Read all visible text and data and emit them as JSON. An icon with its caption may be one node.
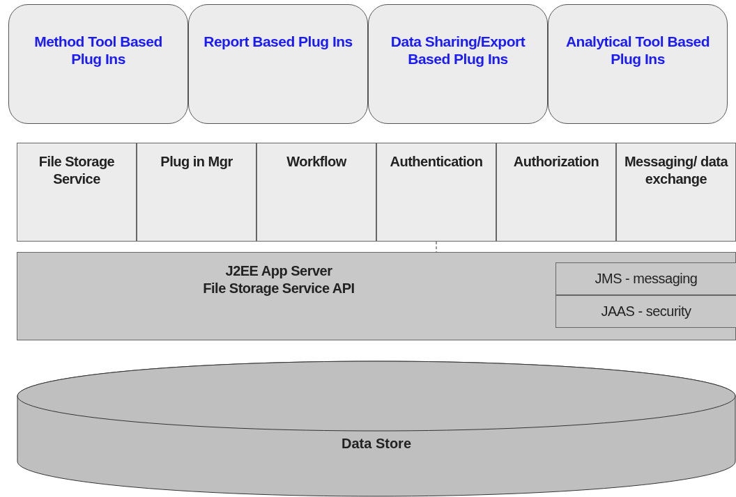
{
  "diagram": {
    "nodes": [
      {
        "text": [
          "Method Tool Based Plug Ins"
        ]
      },
      {
        "text": [
          "Report Based Plug Ins"
        ]
      },
      {
        "text": [
          "Data Sharing/Export Based Plug Ins"
        ]
      },
      {
        "text": [
          "Analytical Tool Based Plug Ins"
        ]
      },
      {
        "text": [
          "File Storage Service"
        ]
      },
      {
        "text": [
          "Plug in Mgr"
        ]
      },
      {
        "text": [
          "Workflow"
        ]
      },
      {
        "text": [
          "Authentication"
        ]
      },
      {
        "text": [
          "Authorization"
        ]
      },
      {
        "text": [
          "Messaging/ data exchange"
        ]
      },
      {
        "text": [
          "J2EE App Server",
          "File Storage Service API"
        ]
      },
      {
        "text": [
          "JMS - messaging"
        ],
        "in": 10
      },
      {
        "text": [
          "JAAS - security"
        ],
        "in": 10
      },
      {
        "text": [
          "Data Store"
        ]
      }
    ],
    "edges": [
      {
        "from": 7,
        "to": 10,
        "arrow": "none",
        "style": "dashed"
      }
    ]
  }
}
